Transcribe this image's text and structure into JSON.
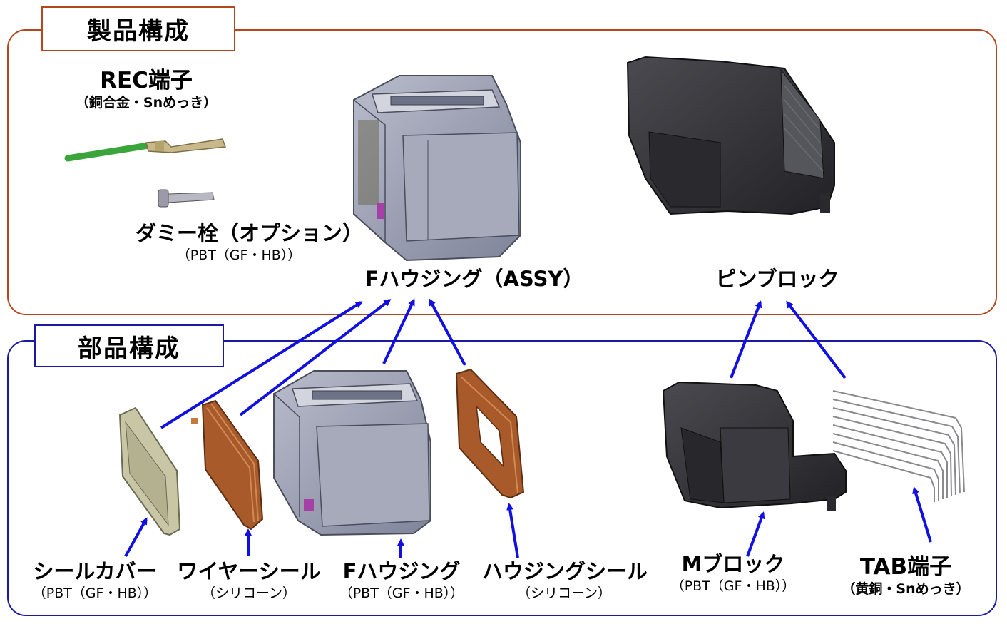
{
  "sections": {
    "product": {
      "title": "製品構成"
    },
    "parts": {
      "title": "部品構成"
    }
  },
  "product_items": {
    "rec_terminal": {
      "name": "REC端子",
      "material": "（銅合金・Snめっき）"
    },
    "dummy_plug": {
      "name": "ダミー栓（オプション）",
      "material": "（PBT（GF・HB））"
    },
    "f_housing_assy": {
      "name": "Fハウジング（ASSY）"
    },
    "pin_block": {
      "name": "ピンブロック"
    }
  },
  "part_items": {
    "seal_cover": {
      "name": "シールカバー",
      "material": "（PBT（GF・HB））"
    },
    "wire_seal": {
      "name": "ワイヤーシール",
      "material": "（シリコーン）"
    },
    "f_housing": {
      "name": "Fハウジング",
      "material": "（PBT（GF・HB））"
    },
    "housing_seal": {
      "name": "ハウジングシール",
      "material": "（シリコーン）"
    },
    "m_block": {
      "name": "Mブロック",
      "material": "（PBT（GF・HB））"
    },
    "tab_terminal": {
      "name": "TAB端子",
      "material": "（黄銅・Snめっき）"
    }
  },
  "colors": {
    "product_border": "#b5461d",
    "parts_border": "#1a1aa0",
    "arrow": "#1010e0",
    "housing_gray": "#9a9eb0",
    "block_black": "#2e2e32",
    "seal_orange": "#a85a2a",
    "seal_cover_beige": "#c8c6a4",
    "wire_green": "#3aa53a"
  }
}
